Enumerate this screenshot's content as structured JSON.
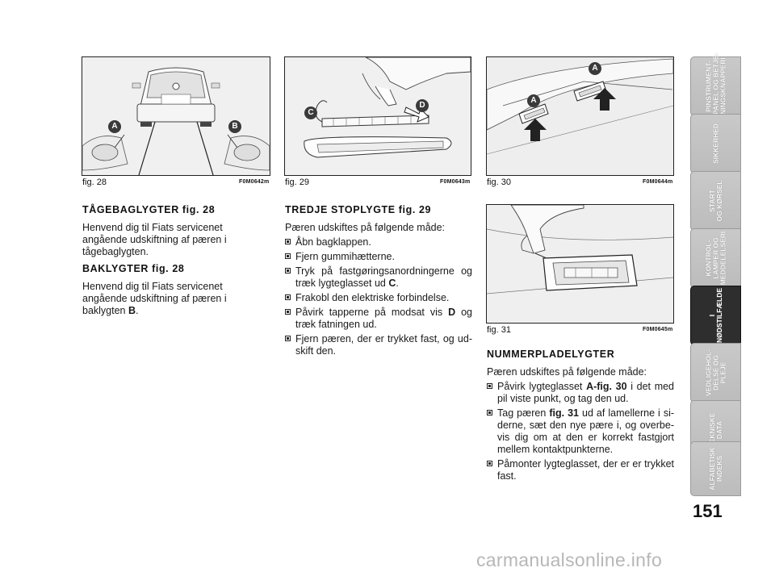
{
  "figures": [
    {
      "caption": "fig. 28",
      "code": "F0M0642m",
      "labels": [
        "A",
        "B"
      ]
    },
    {
      "caption": "fig. 29",
      "code": "F0M0643m",
      "labels": [
        "C",
        "D"
      ]
    },
    {
      "caption": "fig. 30",
      "code": "F0M0644m",
      "labels": [
        "A",
        "A"
      ]
    },
    {
      "caption": "fig. 31",
      "code": "F0M0645m",
      "labels": []
    }
  ],
  "col1": {
    "h1": "TÅGEBAGLYGTER fig. 28",
    "p1": "Henvend dig til Fiats servicenet angående udskiftning af pæren i tågebaglygten.",
    "h2": "BAKLYGTER fig. 28",
    "p2_pre": "Henvend dig til Fiats servicenet angående udskiftning af pæren i baklygten ",
    "p2_bold": "B",
    "p2_post": "."
  },
  "col2": {
    "h1": "TREDJE STOPLYGTE fig. 29",
    "intro": "Pæren udskiftes på følgende måde:",
    "items": [
      {
        "pre": "Åbn bagklappen.",
        "bold": "",
        "post": ""
      },
      {
        "pre": "Fjern gummihætterne.",
        "bold": "",
        "post": ""
      },
      {
        "pre": "Tryk på fastgøringsanordningerne og træk lygteglasset ud ",
        "bold": "C",
        "post": "."
      },
      {
        "pre": "Frakobl den elektriske forbindelse.",
        "bold": "",
        "post": ""
      },
      {
        "pre": "Påvirk tapperne på modsat vis ",
        "bold": "D",
        "post": " og træk fatningen ud."
      },
      {
        "pre": "Fjern pæren, der er trykket fast, og ud-skift den.",
        "bold": "",
        "post": ""
      }
    ]
  },
  "col3": {
    "h1": "NUMMERPLADELYGTER",
    "intro": "Pæren udskiftes på følgende måde:",
    "items": [
      {
        "pre": "Påvirk lygteglasset ",
        "bold": "A-fig. 30",
        "post": " i det med pil viste punkt, og tag den ud."
      },
      {
        "pre": "Tag pæren ",
        "bold": "fig. 31",
        "post": " ud af lamellerne i si-derne, sæt den nye pære i, og overbe-vis dig om at den er korrekt fastgjort mellem kontaktpunkterne."
      },
      {
        "pre": "Påmonter lygteglasset, der er er trykket fast.",
        "bold": "",
        "post": ""
      }
    ]
  },
  "tabs": [
    {
      "label": "PINSTRUMENT-\nPANEL OG BETJE-\nNINGSKNAPPERI",
      "active": false
    },
    {
      "label": "SIKKERHED",
      "active": false
    },
    {
      "label": "START\nOG KØRSEL",
      "active": false
    },
    {
      "label": "KONTROL-\nLAMPER OG\nMEDDELELSERI",
      "active": false
    },
    {
      "label": "I\nNØDSTILFÆLDE",
      "active": true
    },
    {
      "label": "VEDLIGEHOL-\nDELSE OG\nPLEJE",
      "active": false
    },
    {
      "label": "TEKNISKE\nDATA",
      "active": false
    },
    {
      "label": "ALFABETISK\nINDEKS",
      "active": false
    }
  ],
  "page_number": "151",
  "watermark": "carmanualsonline.info",
  "colors": {
    "tab_active": "#2e2e2e",
    "tab_inactive": "#c4c4c4",
    "label_bubble": "#3a3a3a"
  }
}
